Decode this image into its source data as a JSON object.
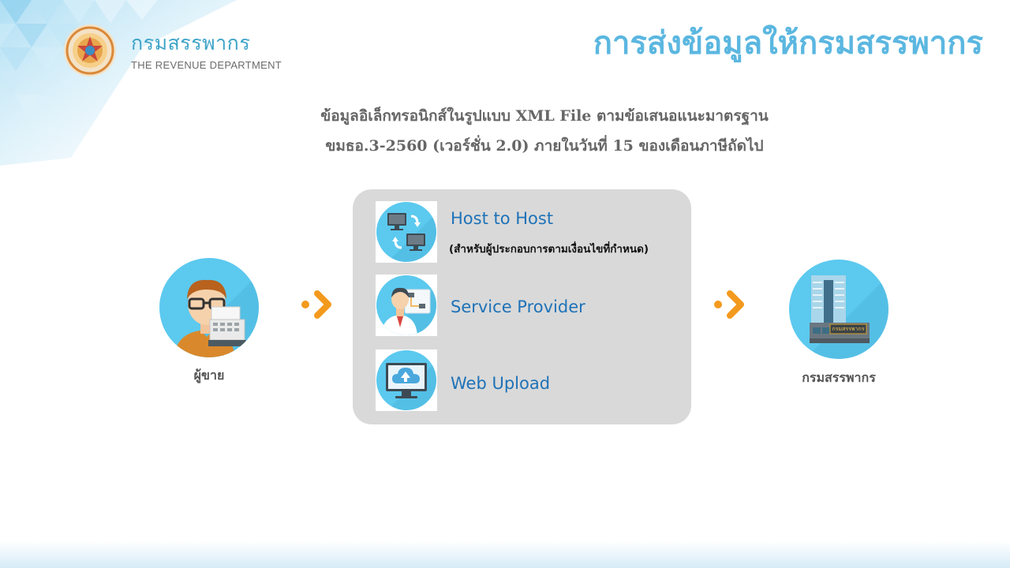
{
  "header": {
    "logo_name_th": "กรมสรรพากร",
    "logo_name_en": "THE REVENUE DEPARTMENT",
    "title": "การส่งข้อมูลให้กรมสรรพากร"
  },
  "subtitle": {
    "line1": "ข้อมูลอิเล็กทรอนิกส์ในรูปแบบ XML File ตามข้อเสนอแนะมาตรฐาน",
    "line2": "ขมธอ.3-2560 (เวอร์ชั่น 2.0) ภายในวันที่ 15 ของเดือนภาษีถัดไป"
  },
  "flow": {
    "seller_label": "ผู้ขาย",
    "receiver_label": "กรมสรรพากร",
    "receiver_sign": "กรมสรรพากร",
    "channels": [
      {
        "label": "Host to Host",
        "note": "(สำหรับผู้ประกอบการตามเงื่อนไขที่กำหนด)",
        "icon": "computers-sync-icon"
      },
      {
        "label": "Service Provider",
        "note": "",
        "icon": "service-provider-icon"
      },
      {
        "label": "Web Upload",
        "note": "",
        "icon": "cloud-upload-monitor-icon"
      }
    ]
  },
  "colors": {
    "title": "#5bb7e0",
    "circle": "#5cc9ef",
    "panel": "#d9d9d9",
    "channel_text": "#1e72b8",
    "arrow": "#f39a1e",
    "subtitle": "#666666"
  }
}
